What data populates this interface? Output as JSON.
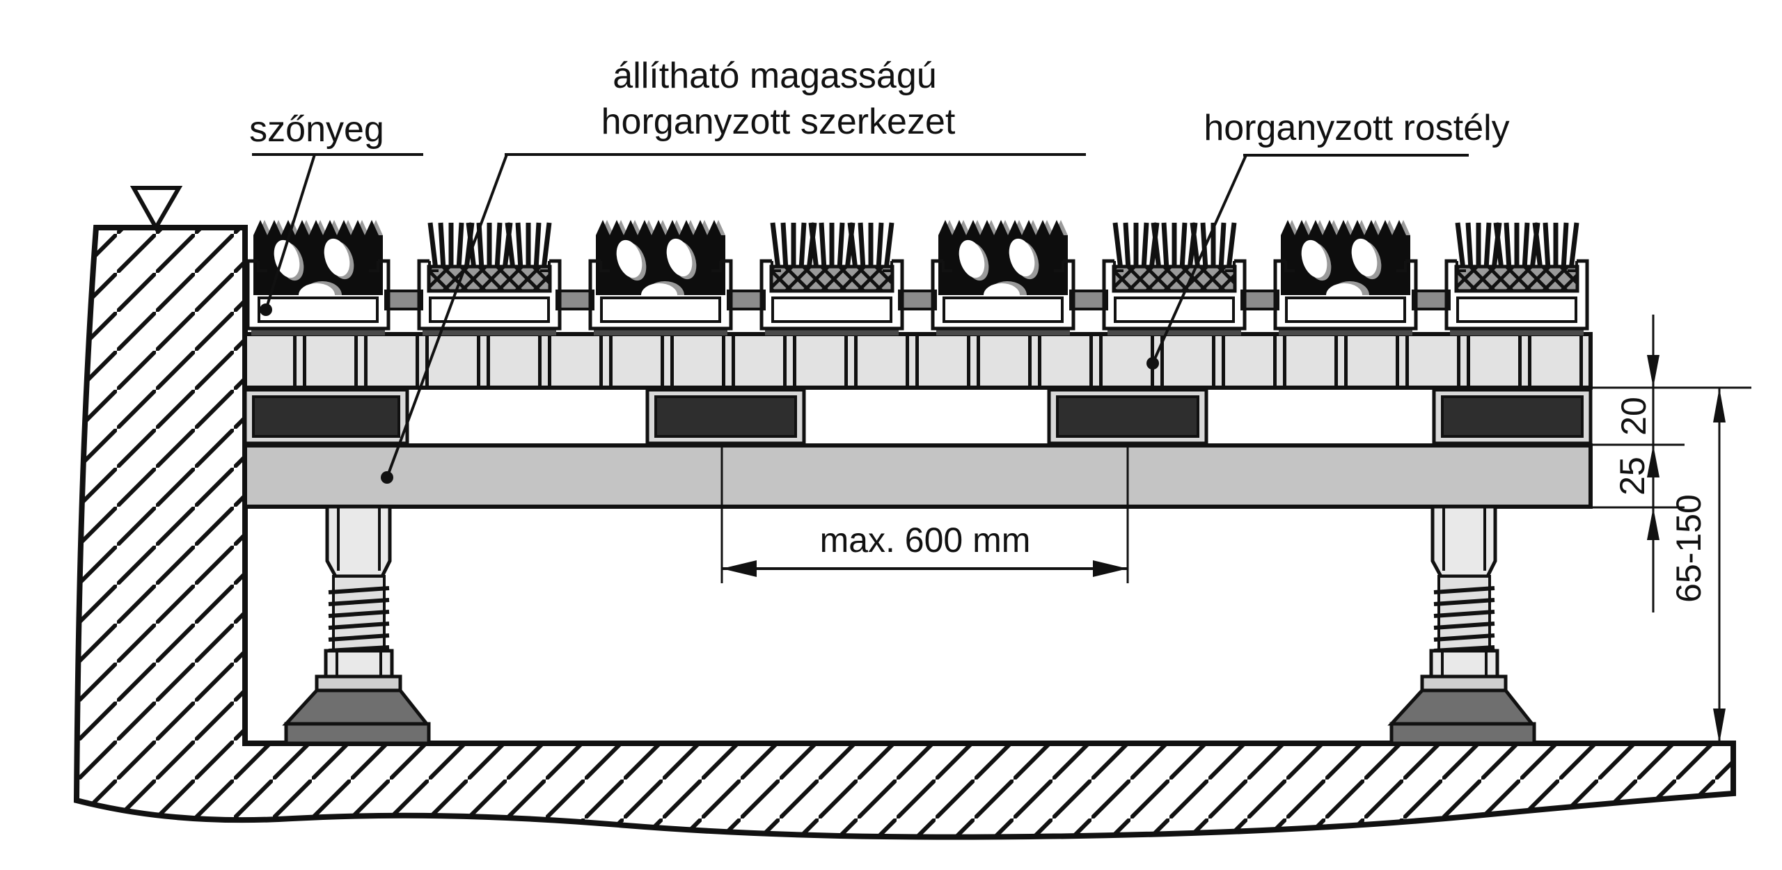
{
  "drawing": {
    "callouts": {
      "carpet_label": "szőnyeg",
      "structure_label_line1": "állítható magasságú",
      "structure_label_line2": "horganyzott szerkezet",
      "grating_label": "horganyzott rostély"
    },
    "dimensions": {
      "max_support_spacing": "max. 600 mm",
      "grating_layer_height_mm": "20",
      "beam_layer_height_mm": "25",
      "adjustable_height_range_mm": "65-150"
    },
    "colors": {
      "line": "#111111",
      "grating_fill": "#e2e2e2",
      "beam_fill": "#c4c4c4",
      "pad_fill": "#2e2e2e",
      "pad_tray_fill": "#d8d8d8",
      "pedestal_fill": "#e9e9e9",
      "foot_fill": "#6f6f6f",
      "connector_fill": "#8c8c8c",
      "carpet_fill": "#0d0d0d",
      "brush_base_fill": "#9a9a9a"
    }
  }
}
